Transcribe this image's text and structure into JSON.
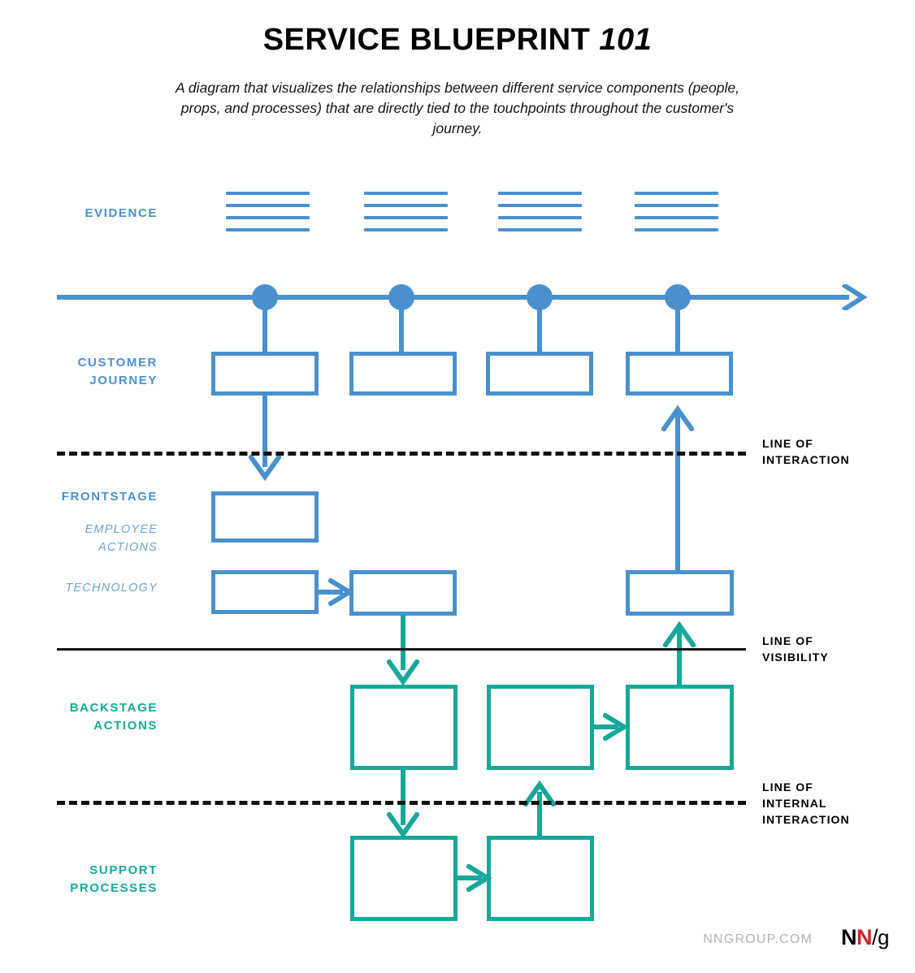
{
  "header": {
    "title_main": "SERVICE BLUEPRINT",
    "title_number": "101",
    "subtitle": "A diagram that visualizes the relationships between different service components (people, props, and processes) that are directly tied to the touchpoints throughout the customer's journey."
  },
  "row_labels": {
    "evidence": "EVIDENCE",
    "customer_journey": "CUSTOMER\nJOURNEY",
    "customer_journey_l1": "CUSTOMER",
    "customer_journey_l2": "JOURNEY",
    "frontstage": "FRONTSTAGE",
    "employee_actions_l1": "EMPLOYEE",
    "employee_actions_l2": "ACTIONS",
    "technology": "TECHNOLOGY",
    "backstage_l1": "BACKSTAGE",
    "backstage_l2": "ACTIONS",
    "support_l1": "SUPPORT",
    "support_l2": "PROCESSES"
  },
  "line_labels": {
    "interaction_l1": "LINE OF",
    "interaction_l2": "INTERACTION",
    "visibility_l1": "LINE OF",
    "visibility_l2": "VISIBILITY",
    "internal_l1": "LINE OF",
    "internal_l2": "INTERNAL",
    "internal_l3": "INTERACTION"
  },
  "footer": {
    "url": "NNGROUP.COM",
    "logo_n1": "N",
    "logo_n2": "N",
    "logo_slash": "/",
    "logo_g": "g"
  },
  "colors": {
    "blue": "#4a90ce",
    "teal": "#17a79b",
    "label_sub_blue": "#6ba4d2",
    "black": "#111111",
    "footer_gray": "#b3b3b3",
    "logo_red": "#cc2229"
  },
  "diagram": {
    "evidence_lines_per_glyph": 4,
    "touchpoint_count": 4,
    "customer_journey_boxes": 4,
    "employee_action_boxes": 1,
    "technology_boxes": 3,
    "backstage_boxes": 3,
    "support_process_boxes": 2
  }
}
